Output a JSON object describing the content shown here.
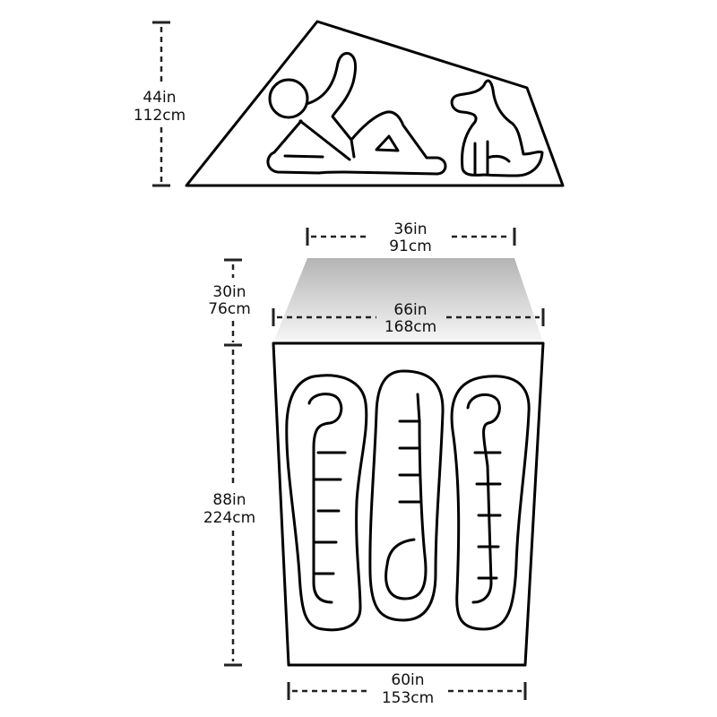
{
  "dimensions": {
    "peak_height": {
      "imperial": "44in",
      "metric": "112cm"
    },
    "vestibule_width_top": {
      "imperial": "36in",
      "metric": "91cm"
    },
    "vestibule_depth": {
      "imperial": "30in",
      "metric": "76cm"
    },
    "head_width": {
      "imperial": "66in",
      "metric": "168cm"
    },
    "floor_length": {
      "imperial": "88in",
      "metric": "224cm"
    },
    "foot_width": {
      "imperial": "60in",
      "metric": "153cm"
    }
  },
  "colors": {
    "outline": "#000000",
    "vestibule_gradient_top": "#b4b4b4",
    "vestibule_gradient_bottom": "#f7f7f7"
  }
}
